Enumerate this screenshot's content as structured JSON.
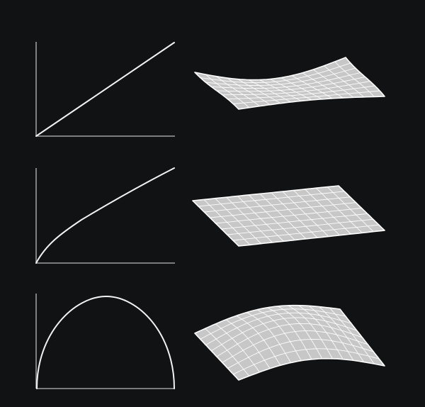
{
  "colors": {
    "background": "#111213",
    "axis": "#bdbdbd",
    "curve": "#f2f2f2",
    "surface_fill": "#c7c7c7",
    "surface_grid": "#ffffff"
  },
  "rows": [
    {
      "curve_shape": "linear",
      "surface_shape": "saddle"
    },
    {
      "curve_shape": "concave-increasing",
      "surface_shape": "plane"
    },
    {
      "curve_shape": "parabolic-arch",
      "surface_shape": "dome"
    }
  ]
}
